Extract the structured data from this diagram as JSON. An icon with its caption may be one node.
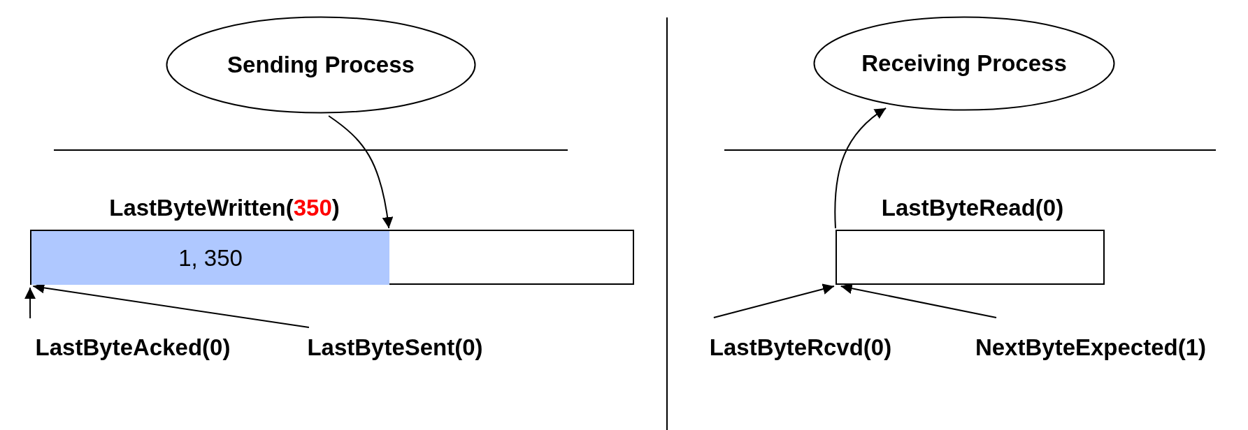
{
  "diagram": {
    "nodes": [
      {
        "text": [
          "Sending Process"
        ]
      },
      {
        "text": [
          "LastByteWritten(350)"
        ]
      },
      {
        "text": [],
        "shape": "box"
      },
      {
        "text": [
          "1, 350"
        ],
        "in": 2
      },
      {
        "text": [
          "LastByteAcked(0)"
        ]
      },
      {
        "text": [
          "LastByteSent(0)"
        ]
      },
      {
        "text": [
          "Receiving Process"
        ]
      },
      {
        "text": [
          "LastByteRead(0)"
        ]
      },
      {
        "text": [],
        "shape": "box"
      },
      {
        "text": [
          "LastByteRcvd(0)"
        ]
      },
      {
        "text": [
          "NextByteExpected(1)"
        ]
      }
    ],
    "edges": [
      {
        "from": 0,
        "to": 2,
        "arrow": "to"
      },
      {
        "from": 4,
        "to": 2,
        "arrow": "to"
      },
      {
        "from": 5,
        "to": 2,
        "arrow": "to"
      },
      {
        "from": 8,
        "to": 6,
        "arrow": "to"
      },
      {
        "from": 9,
        "to": 8,
        "arrow": "to"
      },
      {
        "from": 10,
        "to": 8,
        "arrow": "to"
      }
    ]
  }
}
